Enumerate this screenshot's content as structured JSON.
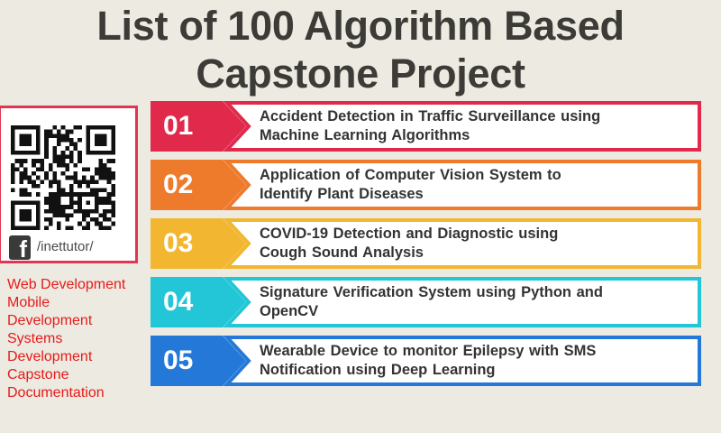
{
  "title": {
    "line1": "List of 100 Algorithm Based",
    "line2": "Capstone Project"
  },
  "sidebar": {
    "qr_icon": "qr-code",
    "social": {
      "icon": "facebook-icon",
      "glyph": "f",
      "handle": "/inettutor/"
    },
    "services": [
      "Web Development",
      "Mobile",
      "Development",
      "Systems",
      "Development",
      "Capstone",
      "Documentation"
    ],
    "frame_color": "#e03553",
    "services_color": "#e61b1b"
  },
  "projects": [
    {
      "number": "01",
      "color": "#e0294b",
      "line1": "Accident Detection in Traffic Surveillance using",
      "line2": "Machine Learning Algorithms"
    },
    {
      "number": "02",
      "color": "#ee7a2b",
      "line1": "Application of Computer Vision System to",
      "line2": "Identify Plant Diseases"
    },
    {
      "number": "03",
      "color": "#f2b630",
      "line1": "COVID-19 Detection and Diagnostic using",
      "line2": "Cough Sound Analysis"
    },
    {
      "number": "04",
      "color": "#22c6d6",
      "line1": "Signature Verification System using Python and",
      "line2": "OpenCV"
    },
    {
      "number": "05",
      "color": "#2479d8",
      "line1": "Wearable Device to monitor Epilepsy with SMS",
      "line2": "Notification using Deep Learning"
    }
  ]
}
